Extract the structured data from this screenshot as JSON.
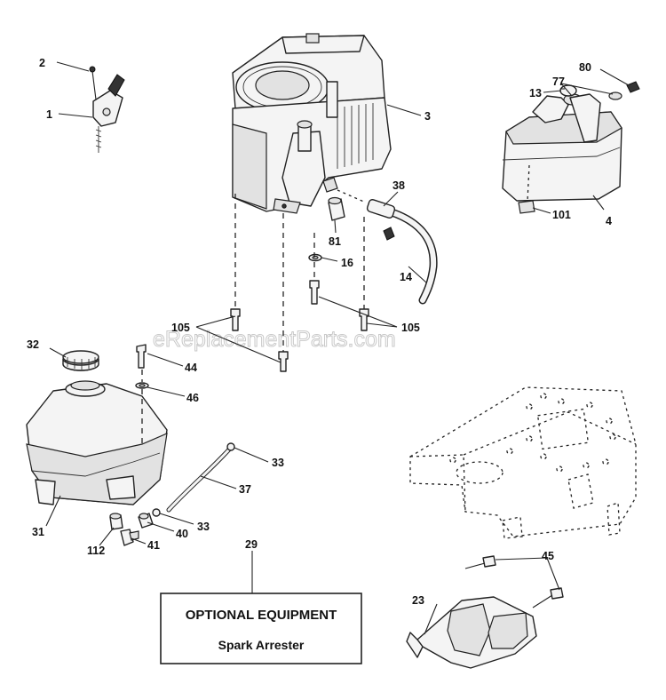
{
  "watermark": "eReplacementParts.com",
  "callouts": {
    "c1": "1",
    "c2": "2",
    "c3": "3",
    "c4": "4",
    "c13": "13",
    "c14": "14",
    "c16": "16",
    "c23": "23",
    "c29": "29",
    "c31": "31",
    "c32": "32",
    "c33a": "33",
    "c33b": "33",
    "c37": "37",
    "c38": "38",
    "c40": "40",
    "c41": "41",
    "c44": "44",
    "c45": "45",
    "c46": "46",
    "c77": "77",
    "c80": "80",
    "c81": "81",
    "c101": "101",
    "c105a": "105",
    "c105b": "105",
    "c112": "112"
  },
  "optional_box": {
    "title": "OPTIONAL EQUIPMENT",
    "subtitle": "Spark Arrester"
  }
}
